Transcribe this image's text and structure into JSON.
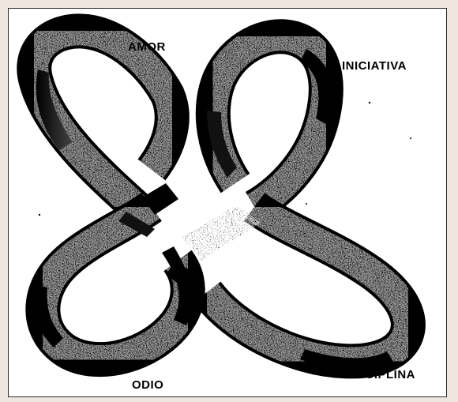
{
  "labels": {
    "top_left": "AMOR",
    "top_right": "INICIATIVA",
    "bottom_left": "ODIO",
    "bottom_right": "DISCIPLINA"
  },
  "colors": {
    "page_background": "#efe7df",
    "panel_background": "#ffffff",
    "ink": "#000000"
  },
  "figure": {
    "description_icon": "twisted-double-loop-ribbon"
  }
}
